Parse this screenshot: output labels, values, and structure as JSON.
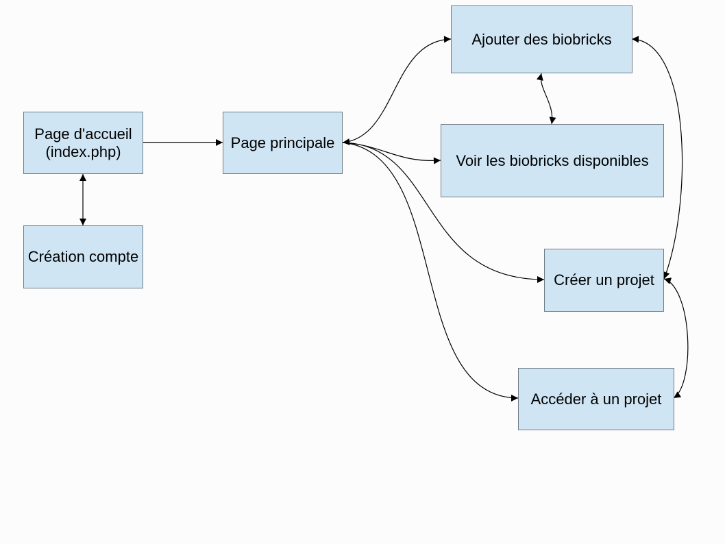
{
  "nodes": {
    "accueil": {
      "line1": "Page d'accueil",
      "line2": "(index.php)"
    },
    "creation": {
      "label": "Création compte"
    },
    "principale": {
      "label": "Page principale"
    },
    "ajouter": {
      "label": "Ajouter des biobricks"
    },
    "voir": {
      "label": "Voir les biobricks disponibles"
    },
    "creer": {
      "label": "Créer un projet"
    },
    "acceder": {
      "label": "Accéder à un projet"
    }
  },
  "colors": {
    "node_fill": "#cfe5f4",
    "node_border": "#6e7b85",
    "edge": "#000000",
    "background": "#fcfcfc"
  }
}
